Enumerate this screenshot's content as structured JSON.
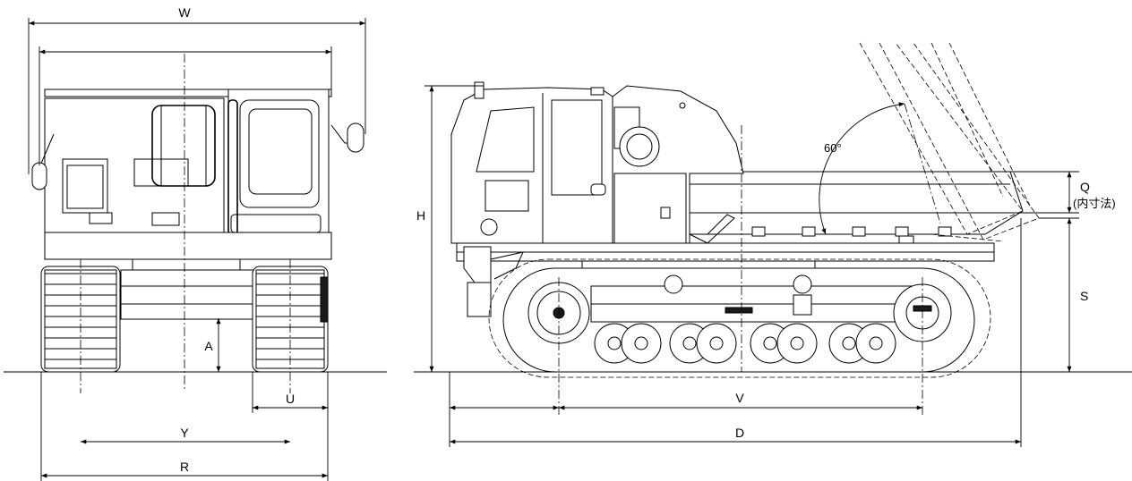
{
  "labels": {
    "W": "W",
    "H": "H",
    "A": "A",
    "U": "U",
    "Y": "Y",
    "R": "R",
    "V": "V",
    "D": "D",
    "S": "S",
    "Q": "Q",
    "Q_note": "(内寸法)",
    "angle": "60°"
  }
}
